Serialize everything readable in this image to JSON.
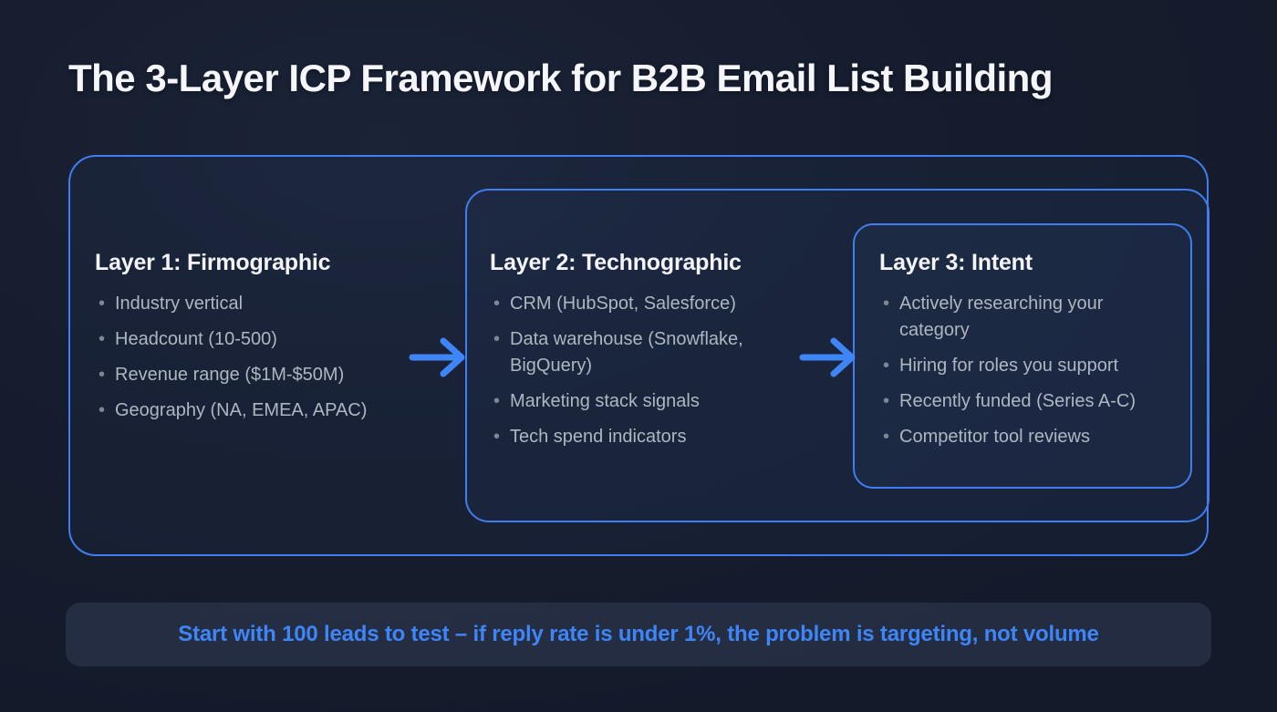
{
  "title": "The 3-Layer ICP Framework for B2B Email List Building",
  "layers": [
    {
      "heading": "Layer 1: Firmographic",
      "items": [
        "Industry vertical",
        "Headcount (10-500)",
        "Revenue range ($1M-$50M)",
        "Geography (NA, EMEA, APAC)"
      ]
    },
    {
      "heading": "Layer 2: Technographic",
      "items": [
        "CRM (HubSpot, Salesforce)",
        "Data warehouse (Snowflake, BigQuery)",
        "Marketing stack signals",
        "Tech spend indicators"
      ]
    },
    {
      "heading": "Layer 3: Intent",
      "items": [
        "Actively researching your category",
        "Hiring for roles you support",
        "Recently funded (Series A-C)",
        "Competitor tool reviews"
      ]
    }
  ],
  "footer": {
    "text": "Start with 100 leads to test – if reply rate is under 1%, the problem is targeting, not volume"
  },
  "colors": {
    "background": "#161d2e",
    "box_border": "#3f7ef0",
    "heading_text": "#f2f4f8",
    "bullet_text": "#aeb6c2",
    "arrow": "#3e86f7",
    "banner_background": "#3a4560",
    "banner_text": "#3e86f7"
  }
}
